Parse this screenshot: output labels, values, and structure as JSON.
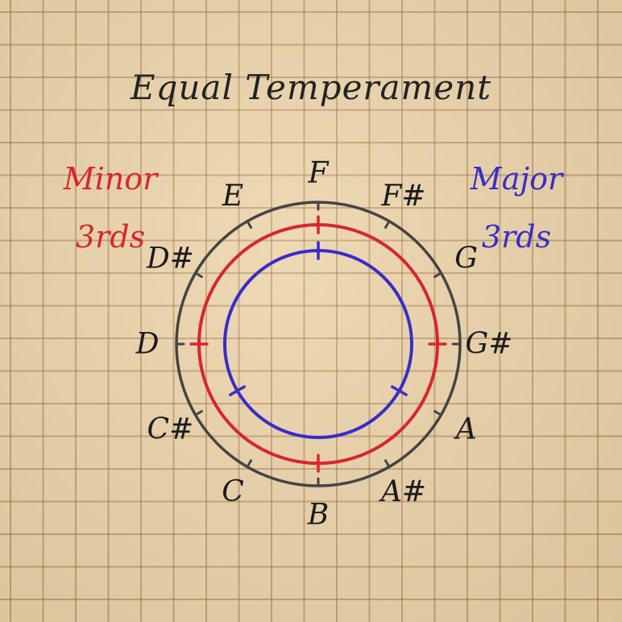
{
  "title": "Equal Temperament",
  "minor_label": {
    "line1": "Minor",
    "line2": "3rds",
    "color": "#d8262e"
  },
  "major_label": {
    "line1": "Major",
    "line2": "3rds",
    "color": "#3a2cc9"
  },
  "notes": [
    "F",
    "F#",
    "G",
    "G#",
    "A",
    "A#",
    "B",
    "C",
    "C#",
    "D",
    "D#",
    "E"
  ],
  "colors": {
    "outer_circle": "#444444",
    "minor_circle": "#d8262e",
    "major_circle": "#3a2cc9"
  },
  "minor_divisions": 4,
  "major_divisions": 3
}
